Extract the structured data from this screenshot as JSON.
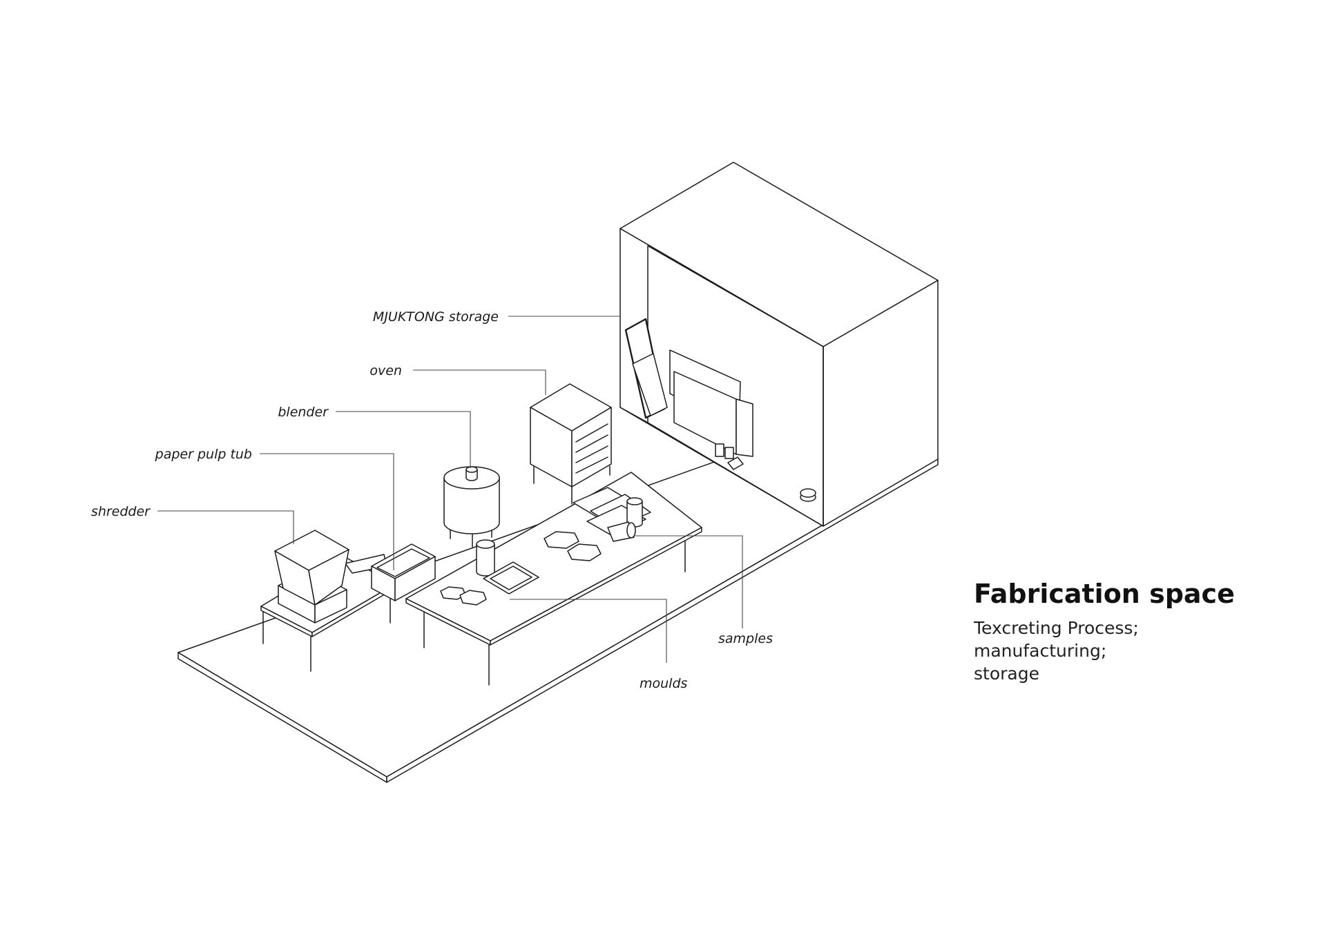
{
  "labels": {
    "mjuktong_storage": "MJUKTONG storage",
    "oven": "oven",
    "blender": "blender",
    "paper_pulp_tub": "paper pulp tub",
    "shredder": "shredder",
    "samples": "samples",
    "moulds": "moulds"
  },
  "heading": {
    "title": "Fabrication space",
    "line1": "Texcreting Process;",
    "line2": "manufacturing;",
    "line3": "storage"
  },
  "colors": {
    "line": "#1a1a1a",
    "background": "#ffffff",
    "text": "#111111"
  }
}
